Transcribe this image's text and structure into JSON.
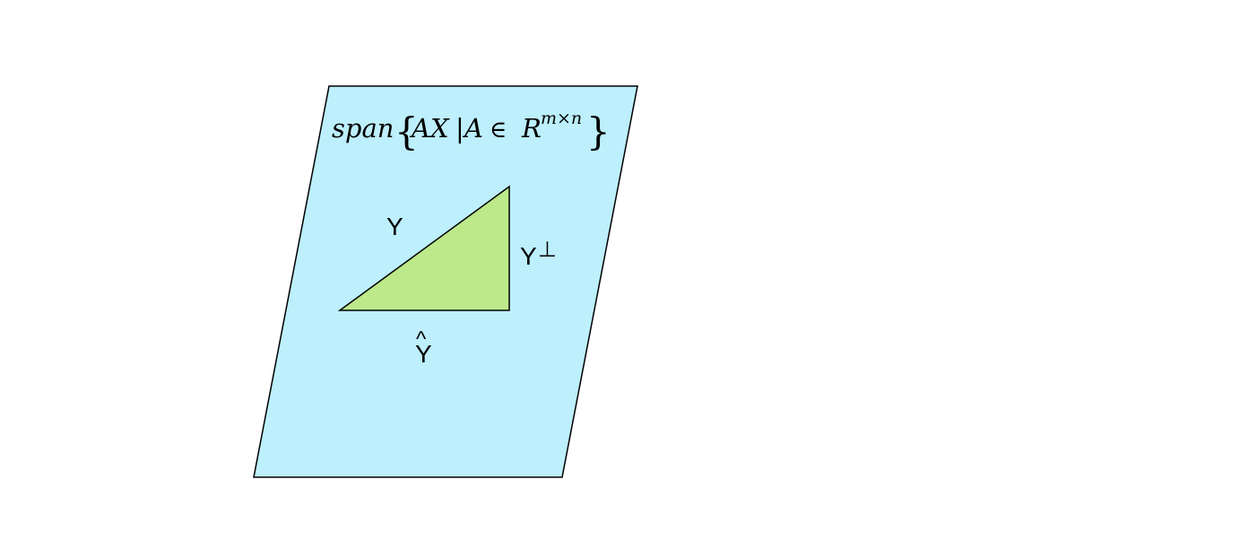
{
  "colors": {
    "plane_fill": "#bdeffc",
    "triangle_fill": "#bde98a",
    "stroke": "#000000",
    "background": "#ffffff"
  },
  "plane": {
    "label": {
      "span": "span",
      "open_brace": "{",
      "body_ax": "AX",
      "bar": "|",
      "body_a": "A",
      "elem": "∈",
      "body_r": "R",
      "exponent": "m×n",
      "close_brace": "}"
    }
  },
  "triangle": {
    "labels": {
      "hypotenuse": "Y",
      "vertical_base": "Y",
      "vertical_superscript": "⊥",
      "horizontal": "Y",
      "horizontal_hat": "^"
    }
  }
}
